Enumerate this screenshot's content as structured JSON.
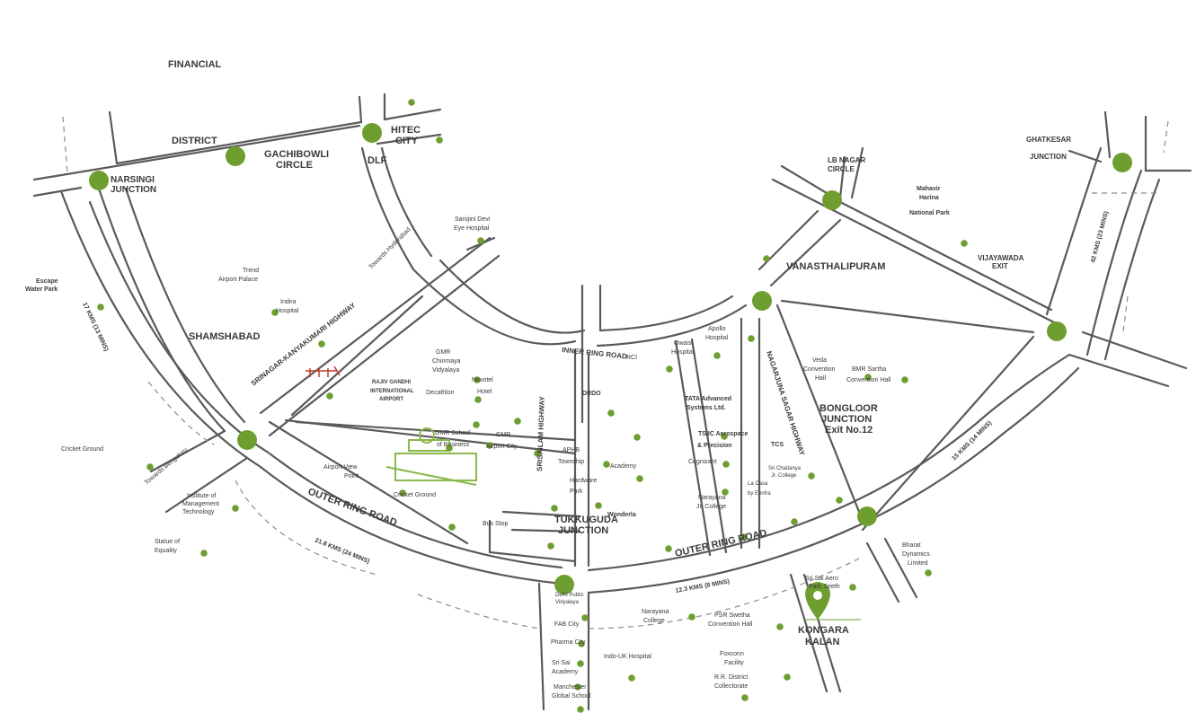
{
  "colors": {
    "road": "#5a5a5a",
    "marker": "#6e9e2f",
    "text": "#3a3a3a",
    "accent": "#c0392b"
  },
  "areas": {
    "financial": "FINANCIAL",
    "district": "DISTRICT",
    "shamshabad": "SHAMSHABAD",
    "vanasthalipuram": "VANASTHALIPURAM"
  },
  "junctions": {
    "narsingi": [
      "NARSINGI",
      "JUNCTION"
    ],
    "gachibowli": [
      "GACHIBOWLI",
      "CIRCLE"
    ],
    "hitec": [
      "HITEC",
      "CITY"
    ],
    "dlf": "DLF",
    "lbnagar": [
      "LB NAGAR",
      "CIRCLE"
    ],
    "ghatkesar": [
      "GHATKESAR",
      "JUNCTION"
    ],
    "bongloor": [
      "BONGLOOR",
      "JUNCTION",
      "Exit No.12"
    ],
    "tukkuguda": [
      "TUKKUGUDA",
      "JUNCTION"
    ],
    "kongara": [
      "KONGARA",
      "KALAN"
    ],
    "vijayawada": [
      "VIJAYAWADA",
      "EXIT"
    ]
  },
  "roads": {
    "orr_left": "OUTER RING ROAD",
    "orr_right": "OUTER RING ROAD",
    "inner": "INNER RING ROAD",
    "srinagar": "SRINAGAR-KANYAKUMARI HIGHWAY",
    "srisailam": "SRISAILAM HIGHWAY",
    "nagarjuna": "NAGARJUNA SAGAR HIGHWAY",
    "to_hyd": "Towards Hyderabad",
    "to_blr": "Towards Bengaluru"
  },
  "distances": {
    "d17": "17 KMS (13 MINS)",
    "d21": "21.8 KMS (24 MINS)",
    "d12": "12.3 KMS (8 MINS)",
    "d15": "15 KMS (14 MINS)",
    "d42": "42 KMS (23 MINS)"
  },
  "landmarks": {
    "escape": [
      "Escape",
      "Water Park"
    ],
    "trend": [
      "Trend",
      "Airport Palace"
    ],
    "indira": [
      "Indira",
      "Hospital"
    ],
    "sarojini": [
      "Sarojini Devi",
      "Eye Hospital"
    ],
    "cricket_l": "Cricket Ground",
    "iim": [
      "Institute of",
      "Management",
      "Technology"
    ],
    "statue": [
      "Statue of",
      "Equality"
    ],
    "gmr_chin": [
      "GMR",
      "Chinmaya",
      "Vidyalaya"
    ],
    "rgia": [
      "RAJIV GANDHI",
      "INTERNATIONAL",
      "AIRPORT"
    ],
    "novotel": [
      "Novotel",
      "Hotel"
    ],
    "decathlon": "Decathlon",
    "gmr_school": [
      "GMR School",
      "of Business"
    ],
    "gmr_city": [
      "GMR",
      "Airport City"
    ],
    "view_point": [
      "Airport View",
      "Point"
    ],
    "cricket_c": "Cricket Ground",
    "bus_stop": "Bus Stop",
    "drdo": "DRDO",
    "rci": "RCI",
    "aphb": [
      "APHB",
      "Township"
    ],
    "academy": "Academy",
    "hardware": [
      "Hardware",
      "Park"
    ],
    "wonderla": "Wonderla",
    "owaisi": [
      "Owaisi",
      "Hospital"
    ],
    "apollo": [
      "Apollo",
      "Hospital"
    ],
    "tata": [
      "TATA Advanced",
      "Systems Ltd."
    ],
    "tsic": [
      "TSIIC Aerospace",
      "& Precision"
    ],
    "cognizant": "Cognizant",
    "tcs": "TCS",
    "narayana_jr": [
      "Narayana",
      "Jr. College"
    ],
    "chaitanya": [
      "Sri Chaitanya",
      "Jr. College"
    ],
    "lacasa": [
      "La Casa",
      "by E-infra"
    ],
    "veda": [
      "Veda",
      "Convention",
      "Hall"
    ],
    "bmr": [
      "BMR Sartha",
      "Convention Hall"
    ],
    "mahavir": [
      "Mahavir",
      "Harina",
      "National Park"
    ],
    "bharat": [
      "Bharat",
      "Dynamics",
      "Limited"
    ],
    "sri_aero": [
      "Sri Sai Aero",
      "Park Seeth"
    ],
    "delhi_vid": [
      "Delhi Public",
      "Vidyalaya"
    ],
    "fab": "FAB City",
    "pharma": "Pharma City",
    "sri_acad": [
      "Sri Sai",
      "Academy"
    ],
    "manchester": [
      "Manchester",
      "Global School"
    ],
    "narayana_c": [
      "Narayana",
      "College"
    ],
    "psr": [
      "PSR Swetha",
      "Convention Hall"
    ],
    "indo_uk": "Indo-UK Hospital",
    "foxconn": [
      "Foxconn",
      "Facility"
    ],
    "rr": [
      "R.R. District",
      "Collectorate"
    ]
  }
}
